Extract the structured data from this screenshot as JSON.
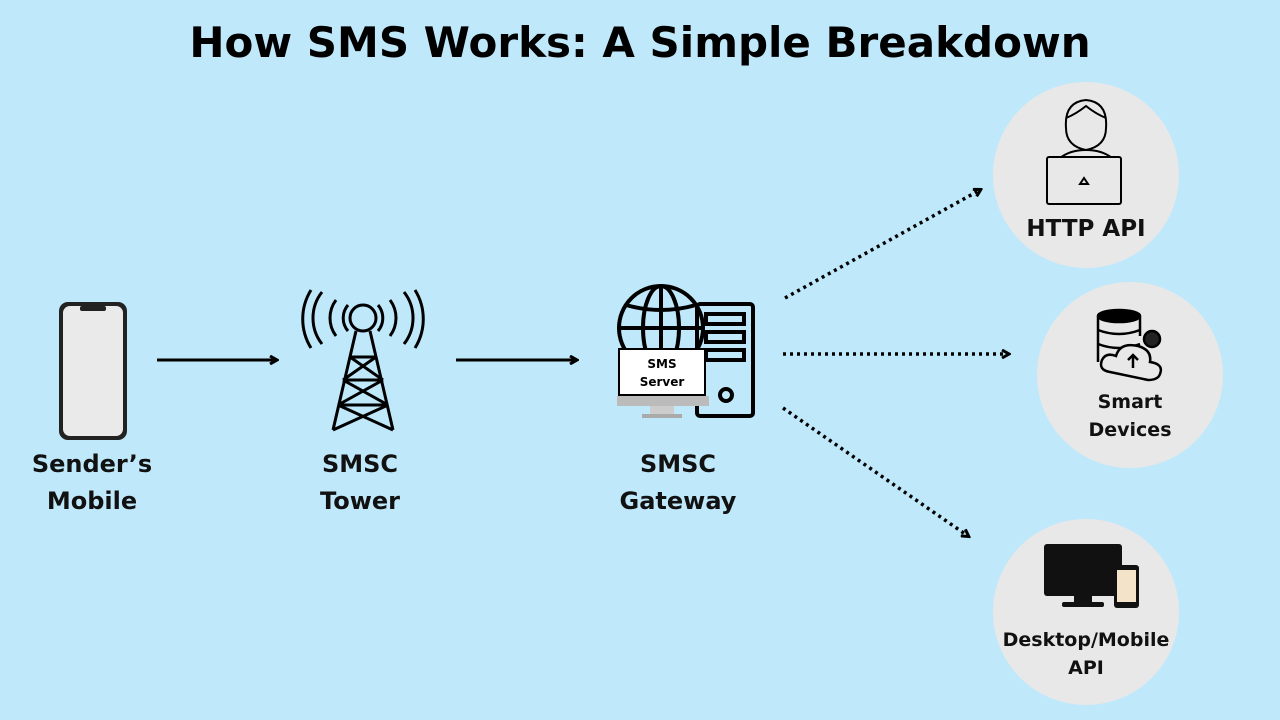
{
  "title": "How SMS Works: A Simple Breakdown",
  "nodes": {
    "sender": {
      "line1": "Sender’s",
      "line2": "Mobile"
    },
    "tower": {
      "line1": "SMSC",
      "line2": "Tower"
    },
    "gateway": {
      "line1": "SMSC",
      "line2": "Gateway",
      "screen_line1": "SMS",
      "screen_line2": "Server"
    }
  },
  "destinations": {
    "http": {
      "label": "HTTP API"
    },
    "smart": {
      "line1": "Smart",
      "line2": "Devices"
    },
    "desktop": {
      "line1": "Desktop/Mobile",
      "line2": "API"
    }
  },
  "colors": {
    "background": "#bfe9fb",
    "circle": "#e8e8e8",
    "ink": "#000000"
  }
}
